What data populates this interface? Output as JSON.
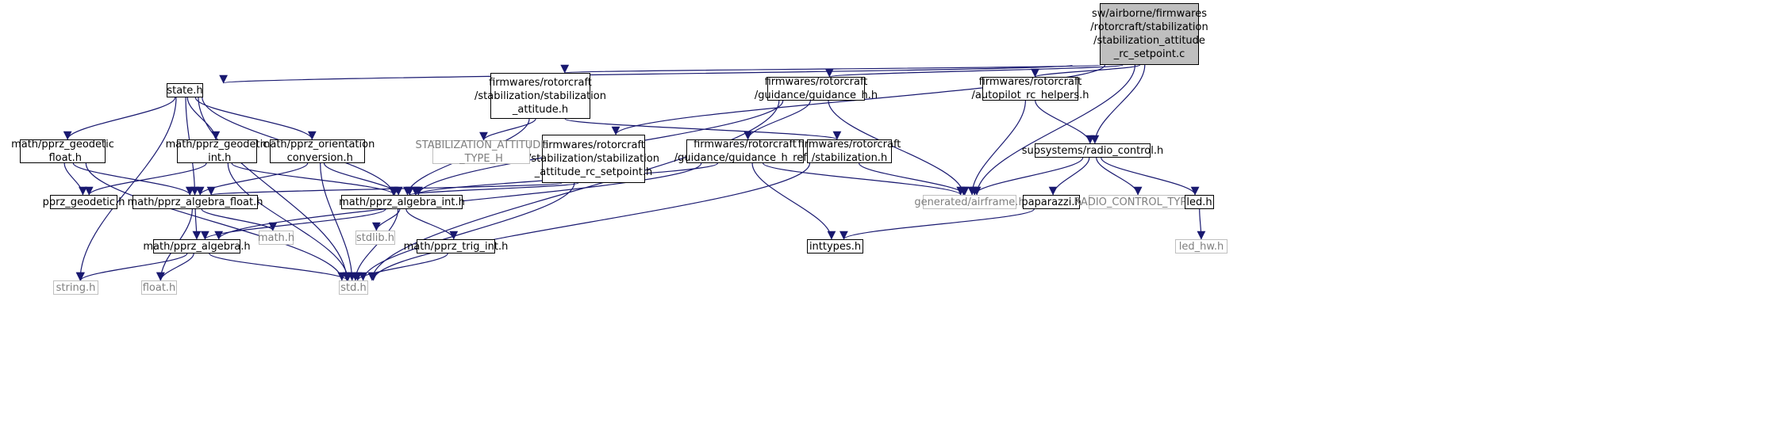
{
  "nodes": [
    {
      "id": "main",
      "label": "sw/airborne/firmwares\n/rotorcraft/stabilization\n/stabilization_attitude\n_rc_setpoint.c",
      "kind": "root"
    },
    {
      "id": "state",
      "label": "state.h",
      "kind": "normal"
    },
    {
      "id": "stabatt",
      "label": "firmwares/rotorcraft\n/stabilization/stabilization\n_attitude.h",
      "kind": "normal"
    },
    {
      "id": "guidh",
      "label": "firmwares/rotorcraft\n/guidance/guidance_h.h",
      "kind": "normal"
    },
    {
      "id": "aprc",
      "label": "firmwares/rotorcraft\n/autopilot_rc_helpers.h",
      "kind": "normal"
    },
    {
      "id": "rcsp",
      "label": "firmwares/rotorcraft\n/stabilization/stabilization\n_attitude_rc_setpoint.h",
      "kind": "normal"
    },
    {
      "id": "stabtype",
      "label": "STABILIZATION_ATTITUDE\n_TYPE_H",
      "kind": "external"
    },
    {
      "id": "radio",
      "label": "subsystems/radio_control.h",
      "kind": "normal"
    },
    {
      "id": "geofloat",
      "label": "math/pprz_geodetic\n_float.h",
      "kind": "normal"
    },
    {
      "id": "geoint",
      "label": "math/pprz_geodetic\n_int.h",
      "kind": "normal"
    },
    {
      "id": "orient",
      "label": "math/pprz_orientation\n_conversion.h",
      "kind": "normal"
    },
    {
      "id": "guidref",
      "label": "firmwares/rotorcraft\n/guidance/guidance_h_ref.h",
      "kind": "normal"
    },
    {
      "id": "stab",
      "label": "firmwares/rotorcraft\n/stabilization.h",
      "kind": "normal"
    },
    {
      "id": "geodetic",
      "label": "pprz_geodetic.h",
      "kind": "normal"
    },
    {
      "id": "algfloat",
      "label": "math/pprz_algebra_float.h",
      "kind": "normal"
    },
    {
      "id": "algint",
      "label": "math/pprz_algebra_int.h",
      "kind": "normal"
    },
    {
      "id": "airframe",
      "label": "generated/airframe.h",
      "kind": "external"
    },
    {
      "id": "paparazzi",
      "label": "paparazzi.h",
      "kind": "normal"
    },
    {
      "id": "rctype",
      "label": "RADIO_CONTROL_TYPE_H",
      "kind": "external"
    },
    {
      "id": "led",
      "label": "led.h",
      "kind": "normal"
    },
    {
      "id": "mathh",
      "label": "math.h",
      "kind": "external"
    },
    {
      "id": "stdlib",
      "label": "stdlib.h",
      "kind": "external"
    },
    {
      "id": "alg",
      "label": "math/pprz_algebra.h",
      "kind": "normal"
    },
    {
      "id": "trig",
      "label": "math/pprz_trig_int.h",
      "kind": "normal"
    },
    {
      "id": "inttypes",
      "label": "inttypes.h",
      "kind": "normal"
    },
    {
      "id": "ledhw",
      "label": "led_hw.h",
      "kind": "external"
    },
    {
      "id": "string",
      "label": "string.h",
      "kind": "external"
    },
    {
      "id": "float",
      "label": "float.h",
      "kind": "external"
    },
    {
      "id": "std",
      "label": "std.h",
      "kind": "external"
    }
  ],
  "edges": [
    [
      "main",
      "state"
    ],
    [
      "main",
      "stabatt"
    ],
    [
      "main",
      "rcsp"
    ],
    [
      "main",
      "guidh"
    ],
    [
      "main",
      "airframe"
    ],
    [
      "main",
      "aprc"
    ],
    [
      "main",
      "radio"
    ],
    [
      "state",
      "string"
    ],
    [
      "state",
      "geofloat"
    ],
    [
      "state",
      "algfloat"
    ],
    [
      "state",
      "std"
    ],
    [
      "state",
      "geoint"
    ],
    [
      "state",
      "orient"
    ],
    [
      "state",
      "algint"
    ],
    [
      "stabatt",
      "algint"
    ],
    [
      "stabatt",
      "stabtype"
    ],
    [
      "stabatt",
      "stab"
    ],
    [
      "guidh",
      "algint"
    ],
    [
      "guidh",
      "guidref"
    ],
    [
      "guidh",
      "airframe"
    ],
    [
      "guidh",
      "std"
    ],
    [
      "aprc",
      "airframe"
    ],
    [
      "aprc",
      "radio"
    ],
    [
      "rcsp",
      "algfloat"
    ],
    [
      "rcsp",
      "algint"
    ],
    [
      "rcsp",
      "std"
    ],
    [
      "radio",
      "airframe"
    ],
    [
      "radio",
      "paparazzi"
    ],
    [
      "radio",
      "rctype"
    ],
    [
      "radio",
      "led"
    ],
    [
      "geofloat",
      "geodetic"
    ],
    [
      "geofloat",
      "algfloat"
    ],
    [
      "geofloat",
      "std"
    ],
    [
      "geoint",
      "geodetic"
    ],
    [
      "geoint",
      "algint"
    ],
    [
      "geoint",
      "std"
    ],
    [
      "orient",
      "algfloat"
    ],
    [
      "orient",
      "algint"
    ],
    [
      "orient",
      "std"
    ],
    [
      "guidref",
      "algint"
    ],
    [
      "guidref",
      "alg"
    ],
    [
      "guidref",
      "airframe"
    ],
    [
      "guidref",
      "inttypes"
    ],
    [
      "stab",
      "airframe"
    ],
    [
      "stab",
      "std"
    ],
    [
      "algfloat",
      "mathh"
    ],
    [
      "algfloat",
      "alg"
    ],
    [
      "algfloat",
      "float"
    ],
    [
      "algint",
      "alg"
    ],
    [
      "algint",
      "stdlib"
    ],
    [
      "algint",
      "trig"
    ],
    [
      "algint",
      "std"
    ],
    [
      "alg",
      "string"
    ],
    [
      "alg",
      "float"
    ],
    [
      "alg",
      "std"
    ],
    [
      "trig",
      "std"
    ],
    [
      "paparazzi",
      "inttypes"
    ],
    [
      "led",
      "ledhw"
    ]
  ],
  "colors": {
    "edge": "#191970",
    "border": "#000000",
    "external_border": "#bfbfbf",
    "external_text": "#7f7f7f",
    "root_fill": "#bfbfbf"
  }
}
